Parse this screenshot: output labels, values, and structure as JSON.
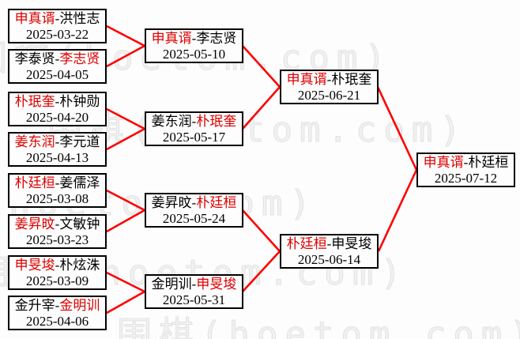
{
  "watermark": {
    "text": "围棋(hoetom.com)",
    "color": "#e8e8e8"
  },
  "colors": {
    "winner_name": "#dd0000",
    "connector_line": "#ff0000",
    "box_border": "#000000",
    "text": "#000000",
    "background": "#fdfdfd"
  },
  "bracket": {
    "round_of_16": [
      {
        "p1": "申真谞",
        "p2": "洪性志",
        "winner": "p1",
        "date": "2025-03-22"
      },
      {
        "p1": "李泰贤",
        "p2": "李志贤",
        "winner": "p2",
        "date": "2025-04-05"
      },
      {
        "p1": "朴珉奎",
        "p2": "朴钟勋",
        "winner": "p1",
        "date": "2025-04-20"
      },
      {
        "p1": "姜东润",
        "p2": "李元道",
        "winner": "p1",
        "date": "2025-04-13"
      },
      {
        "p1": "朴廷桓",
        "p2": "姜儒泽",
        "winner": "p1",
        "date": "2025-03-08"
      },
      {
        "p1": "姜昇旼",
        "p2": "文敏钟",
        "winner": "p1",
        "date": "2025-03-23"
      },
      {
        "p1": "申旻埈",
        "p2": "朴炫洙",
        "winner": "p1",
        "date": "2025-03-09"
      },
      {
        "p1": "金升宰",
        "p2": "金明训",
        "winner": "p2",
        "date": "2025-04-06"
      }
    ],
    "quarterfinals": [
      {
        "p1": "申真谞",
        "p2": "李志贤",
        "winner": "p1",
        "date": "2025-05-10"
      },
      {
        "p1": "姜东润",
        "p2": "朴珉奎",
        "winner": "p2",
        "date": "2025-05-17"
      },
      {
        "p1": "姜昇旼",
        "p2": "朴廷桓",
        "winner": "p2",
        "date": "2025-05-24"
      },
      {
        "p1": "金明训",
        "p2": "申旻埈",
        "winner": "p2",
        "date": "2025-05-31"
      }
    ],
    "semifinals": [
      {
        "p1": "申真谞",
        "p2": "朴珉奎",
        "winner": "p1",
        "date": "2025-06-21"
      },
      {
        "p1": "朴廷桓",
        "p2": "申旻埈",
        "winner": "p1",
        "date": "2025-06-14"
      }
    ],
    "final": [
      {
        "p1": "申真谞",
        "p2": "朴廷桓",
        "winner": "p1",
        "date": "2025-07-12"
      }
    ]
  }
}
